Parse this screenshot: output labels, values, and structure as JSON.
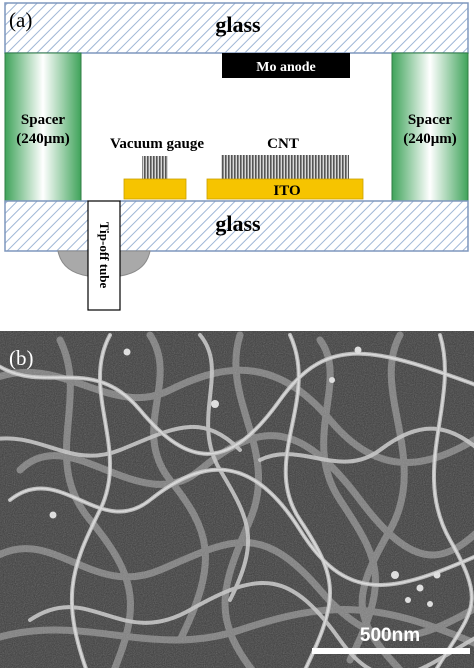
{
  "panel_a": {
    "label": "(a)",
    "top_glass": "glass",
    "bottom_glass": "glass",
    "anode": "Mo anode",
    "spacer_left": {
      "line1": "Spacer",
      "line2": "(240μm)"
    },
    "spacer_right": {
      "line1": "Spacer",
      "line2": "(240μm)"
    },
    "vacuum_gauge": "Vacuum gauge",
    "cnt": "CNT",
    "ito": "ITO",
    "tube": "Tip-off tube"
  },
  "panel_b": {
    "label": "(b)",
    "scale_bar": "500nm",
    "image": "sem-micrograph-cnt"
  },
  "colors": {
    "glass_hatch": "#9fb6d6",
    "spacer": "#3fa35a",
    "ito": "#f6c400",
    "cnt": "#6e6e6e",
    "anode": "#000000"
  }
}
